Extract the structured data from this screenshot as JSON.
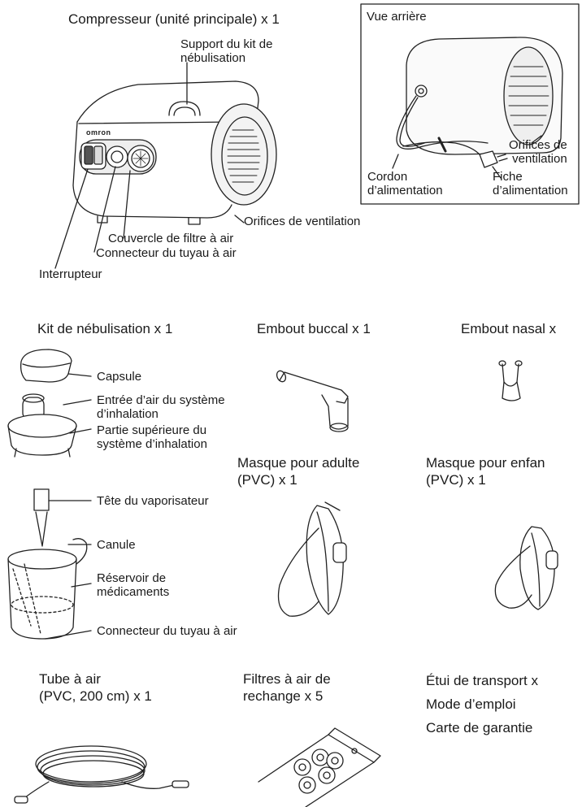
{
  "compressor": {
    "heading": "Compresseur (unité principale) x 1",
    "support_label": [
      "Support du kit de",
      "nébulisation"
    ],
    "vents_label": "Orifices de ventilation",
    "filter_cover_label": "Couvercle de filtre à air",
    "air_connector_label": "Connecteur du tuyau à air",
    "switch_label": "Interrupteur",
    "brand": "omron"
  },
  "rear_view": {
    "title": "Vue arrière",
    "vents_label": [
      "Orifices de",
      "ventilation"
    ],
    "cord_label": [
      "Cordon",
      "d’alimentation"
    ],
    "plug_label": [
      "Fiche",
      "d’alimentation"
    ]
  },
  "nebulizer_kit": {
    "heading": "Kit de nébulisation x 1",
    "cap_label": "Capsule",
    "air_inlet_label": [
      "Entrée d’air du système",
      "d’inhalation"
    ],
    "top_label": [
      "Partie supérieure du",
      "système d’inhalation"
    ],
    "vaporizer_label": "Tête du vaporisateur",
    "cannula_label": "Canule",
    "reservoir_label": [
      "Réservoir de",
      "médicaments"
    ],
    "connector_label": "Connecteur du tuyau à air"
  },
  "accessories": {
    "mouthpiece": "Embout buccal x 1",
    "nosepiece": "Embout nasal x",
    "adult_mask": [
      "Masque pour adulte",
      "(PVC) x 1"
    ],
    "child_mask": [
      "Masque pour enfan",
      "(PVC) x 1"
    ],
    "air_tube": [
      "Tube à air",
      "(PVC, 200 cm) x 1"
    ],
    "filters": [
      "Filtres à air de",
      "rechange x 5"
    ],
    "case": "Étui de transport x",
    "manual": "Mode d’emploi",
    "warranty": "Carte de garantie"
  }
}
